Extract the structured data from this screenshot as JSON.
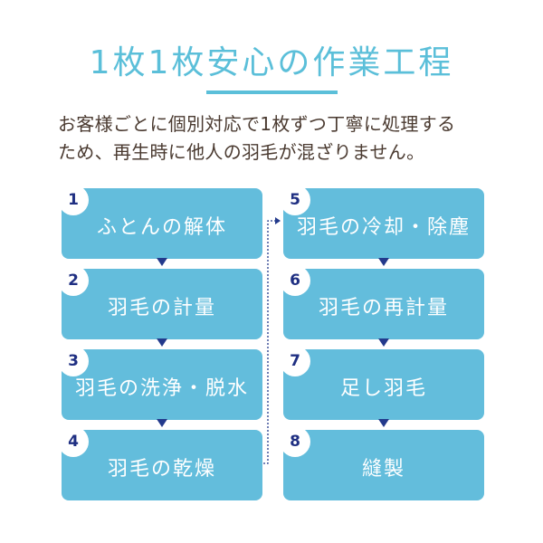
{
  "title": "1枚1枚安心の作業工程",
  "description": {
    "line1": "お客様ごとに個別対応で1枚ずつ丁寧に処理する",
    "line2": "ため、再生時に他人の羽毛が混ざりません。"
  },
  "steps": [
    {
      "number": "1",
      "label": "ふとんの解体"
    },
    {
      "number": "2",
      "label": "羽毛の計量"
    },
    {
      "number": "3",
      "label": "羽毛の洗浄・脱水"
    },
    {
      "number": "4",
      "label": "羽毛の乾燥"
    },
    {
      "number": "5",
      "label": "羽毛の冷却・除塵"
    },
    {
      "number": "6",
      "label": "羽毛の再計量"
    },
    {
      "number": "7",
      "label": "足し羽毛"
    },
    {
      "number": "8",
      "label": "縫製"
    }
  ],
  "colors": {
    "accent": "#5bbfd9",
    "step_fill": "#63bddc",
    "number_text": "#1f2f82",
    "arrow": "#233a8c",
    "body_text": "#4a3a30"
  }
}
